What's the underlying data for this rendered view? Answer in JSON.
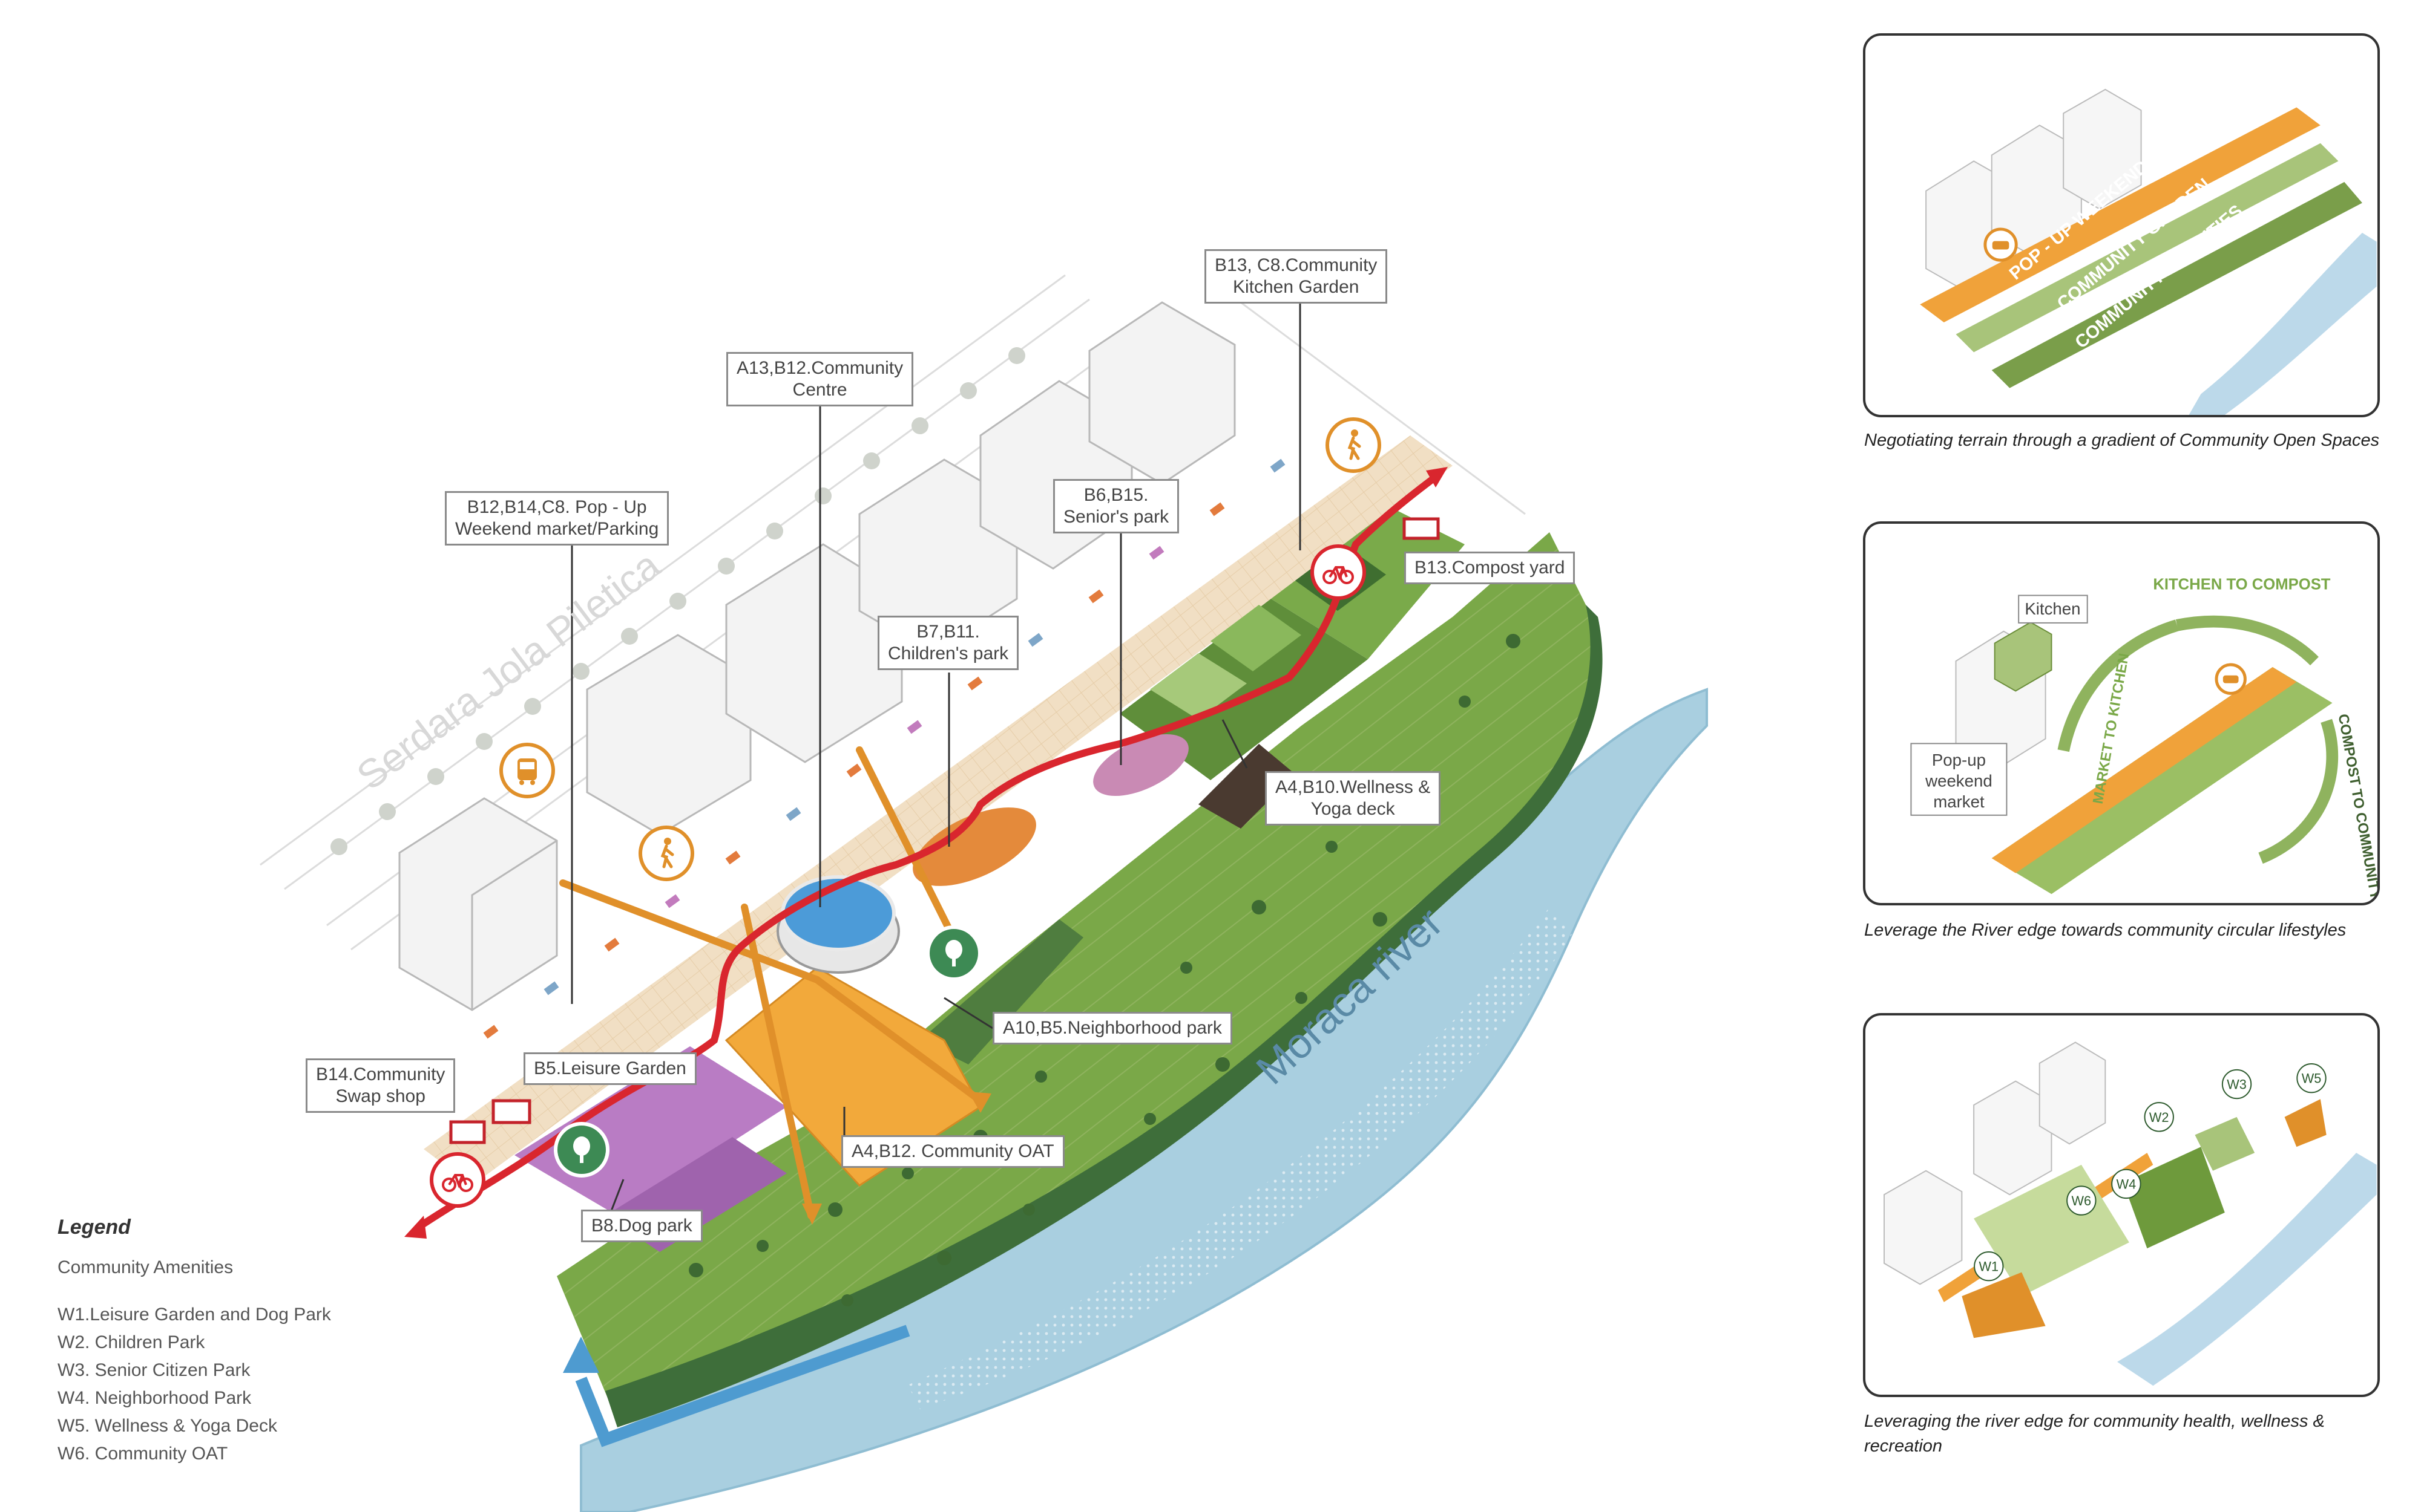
{
  "street_name": "Serdara Jola Piletica",
  "river_name": "Moraca river",
  "labels": {
    "community_kitchen_garden": "B13, C8.Community\nKitchen Garden",
    "community_centre": "A13,B12.Community\nCentre",
    "popup_market": "B12,B14,C8. Pop - Up\nWeekend market/Parking",
    "seniors_park": "B6,B15.\nSenior's park",
    "childrens_park": "B7,B11.\nChildren's park",
    "compost_yard": "B13.Compost yard",
    "wellness_deck": "A4,B10.Wellness &\nYoga deck",
    "neighborhood_park": "A10,B5.Neighborhood park",
    "swap_shop": "B14.Community\nSwap shop",
    "leisure_garden": "B5.Leisure Garden",
    "community_oat": "A4,B12. Community OAT",
    "dog_park": "B8.Dog park"
  },
  "legend": {
    "title": "Legend",
    "subtitle": "Community Amenities",
    "items": [
      "W1.Leisure Garden and Dog Park",
      "W2. Children Park",
      "W3. Senior Citizen Park",
      "W4. Neighborhood Park",
      "W5. Wellness & Yoga Deck",
      "W6. Community OAT"
    ]
  },
  "panels": [
    {
      "caption": "Negotiating terrain through a gradient of Community Open Spaces",
      "bands": [
        "POP - UP WEEKEND MARKET",
        "COMMUNITY GARDEN",
        "COMMUNITY AMENITIES"
      ]
    },
    {
      "caption": "Leverage the River edge towards community circular lifestyles",
      "kitchen_label": "Kitchen",
      "market_label": "Pop-up\nweekend\nmarket",
      "cycle": [
        "KITCHEN TO COMPOST",
        "COMPOST TO COMMUNITY GARDEN",
        "MARKET TO KITCHEN"
      ]
    },
    {
      "caption": "Leveraging the river edge for community health, wellness & recreation",
      "markers": [
        "W1",
        "W2",
        "W3",
        "W4",
        "W5",
        "W6"
      ]
    }
  ],
  "colors": {
    "route_red": "#d9262e",
    "path_orange": "#e0902a",
    "river_blue": "#a9cfe0",
    "terrain_green": "#6e9a3c",
    "garden_purple": "#b97cc4"
  },
  "icons": [
    "bus-icon",
    "pedestrian-icon",
    "bicycle-icon",
    "tree-icon"
  ]
}
